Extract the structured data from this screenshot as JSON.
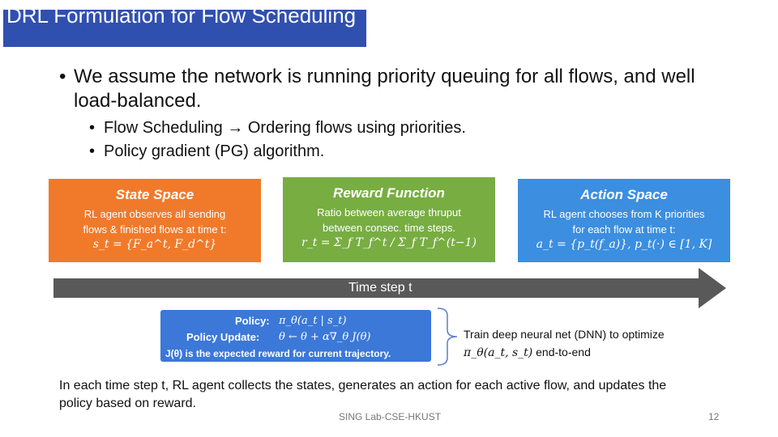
{
  "title": "DRL Formulation for Flow Scheduling",
  "bullets": {
    "main": "We assume the network is running priority queuing for all flows, and well load-balanced.",
    "sub1_a": "Flow Scheduling",
    "sub1_b": "Ordering flows using priorities.",
    "sub2": "Policy gradient (PG) algorithm."
  },
  "boxes": {
    "state": {
      "header": "State Space",
      "line1": "RL agent observes all sending",
      "line2": "flows & finished flows at time t:",
      "formula": "s_t = {F_a^t, F_d^t}",
      "color": "#f07a2a"
    },
    "reward": {
      "header": "Reward Function",
      "line1": "Ratio between average thruput",
      "line2": "between consec. time steps.",
      "formula": "r_t = Σ_f T_f^t / Σ_f T_f^(t−1)",
      "color": "#78ad42"
    },
    "action": {
      "header": "Action Space",
      "line1": "RL agent chooses from K priorities",
      "line2": "for each flow at time t:",
      "formula": "a_t = {p_t(f_a)}, p_t(·) ∈ [1, K]",
      "color": "#3b8ee0"
    }
  },
  "timeline": {
    "label": "Time step t",
    "color": "#595959"
  },
  "policy": {
    "policy_label": "Policy:",
    "policy_formula": "π_θ(a_t | s_t)",
    "update_label": "Policy Update:",
    "update_formula": "θ ← θ + α∇_θ J(θ)",
    "objective": "J(θ) is the expected reward for current trajectory.",
    "color": "#3b78d8"
  },
  "train": {
    "line1": "Train deep neural net (DNN) to optimize",
    "formula": "π_θ(a_t, s_t)",
    "line2": "end-to-end"
  },
  "summary": "In each time step t, RL agent collects the states, generates an action for each active flow, and updates the policy  based on reward.",
  "footer": "SING Lab-CSE-HKUST",
  "page_number": "12"
}
